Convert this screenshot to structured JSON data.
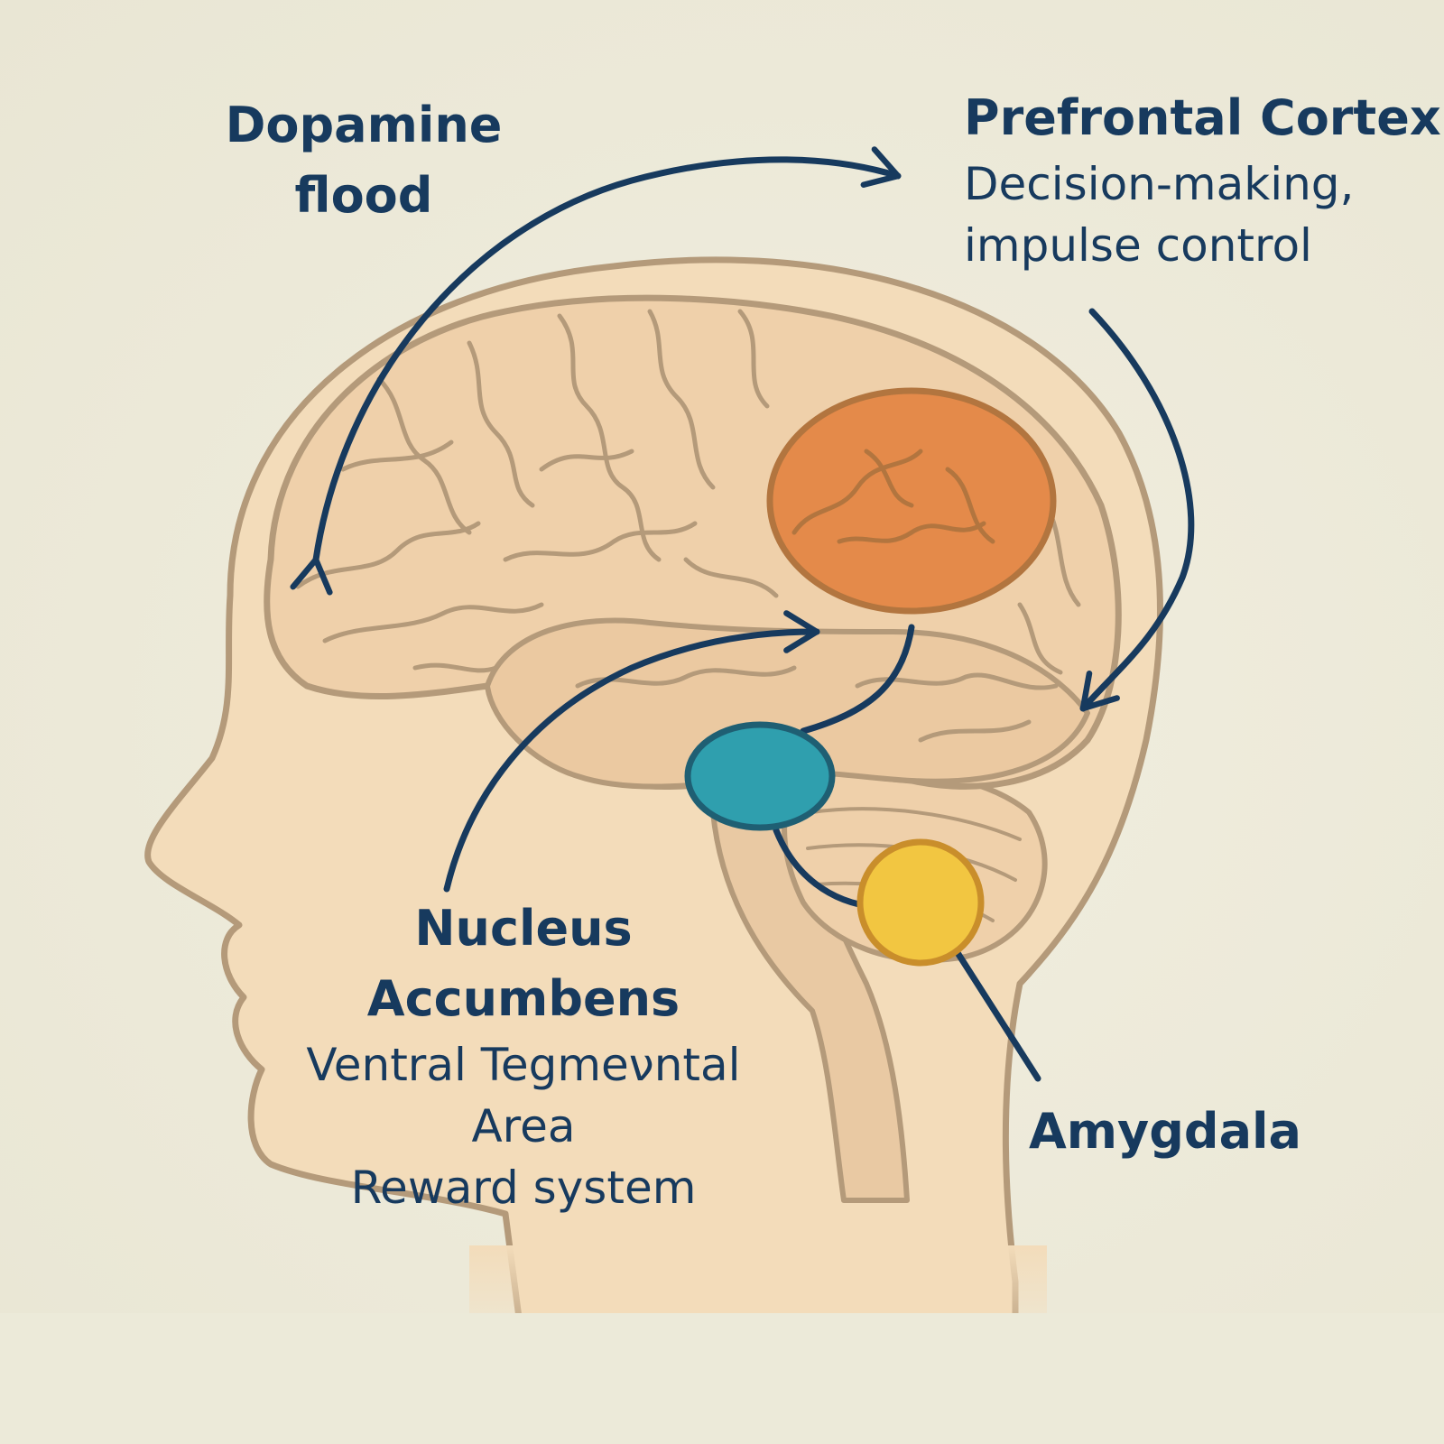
{
  "labels": {
    "dopamine": [
      "Dopamine",
      "flood"
    ],
    "prefrontal": {
      "title": "Prefrontal Cortex",
      "lines": [
        "Decision-making,",
        "impulse control"
      ]
    },
    "nucleus": {
      "title": [
        "Nucleus",
        "Accumbens"
      ],
      "lines": [
        "Ventral Tegmeνntal",
        "Area",
        "Reward system"
      ]
    },
    "amygdala": "Amygdala"
  },
  "colors": {
    "ink": "#173a5e",
    "outline": "#b49a7a",
    "skin": "#f3dcba",
    "brain": "#efd0aa",
    "prefrontal": "#e48a4a",
    "nucleus": "#2f9fae",
    "amygdala": "#f2c641"
  },
  "icons": [
    "arrow-head-icon"
  ]
}
